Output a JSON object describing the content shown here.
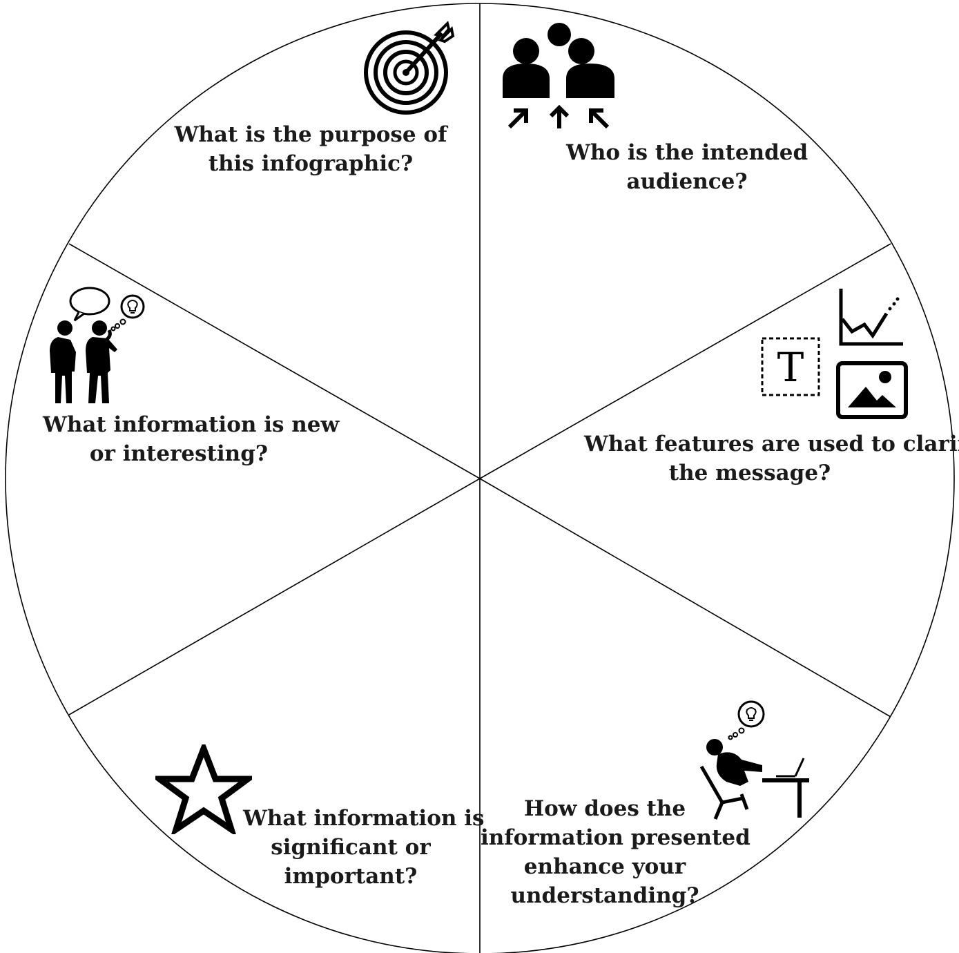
{
  "colors": {
    "ink": "#000000",
    "text": "#1a1a1a",
    "background": "#ffffff"
  },
  "segments": [
    {
      "id": "purpose",
      "icon": "target-icon",
      "lines": [
        "What is the purpose of",
        "this infographic?"
      ]
    },
    {
      "id": "audience",
      "icon": "audience-icon",
      "lines": [
        "Who is the intended",
        "audience?"
      ]
    },
    {
      "id": "features",
      "icon": "features-icon",
      "lines": [
        "What features are used to clarify",
        "the message?"
      ]
    },
    {
      "id": "understanding",
      "icon": "person-at-desk-icon",
      "lines": [
        "How does the",
        "information presented",
        "enhance your",
        "understanding?"
      ]
    },
    {
      "id": "significant",
      "icon": "star-icon",
      "lines": [
        "What information is",
        "significant or",
        "important?"
      ]
    },
    {
      "id": "new",
      "icon": "people-talking-icon",
      "lines": [
        "What information is new",
        "or interesting?"
      ]
    }
  ],
  "features_icon_letter": "T"
}
